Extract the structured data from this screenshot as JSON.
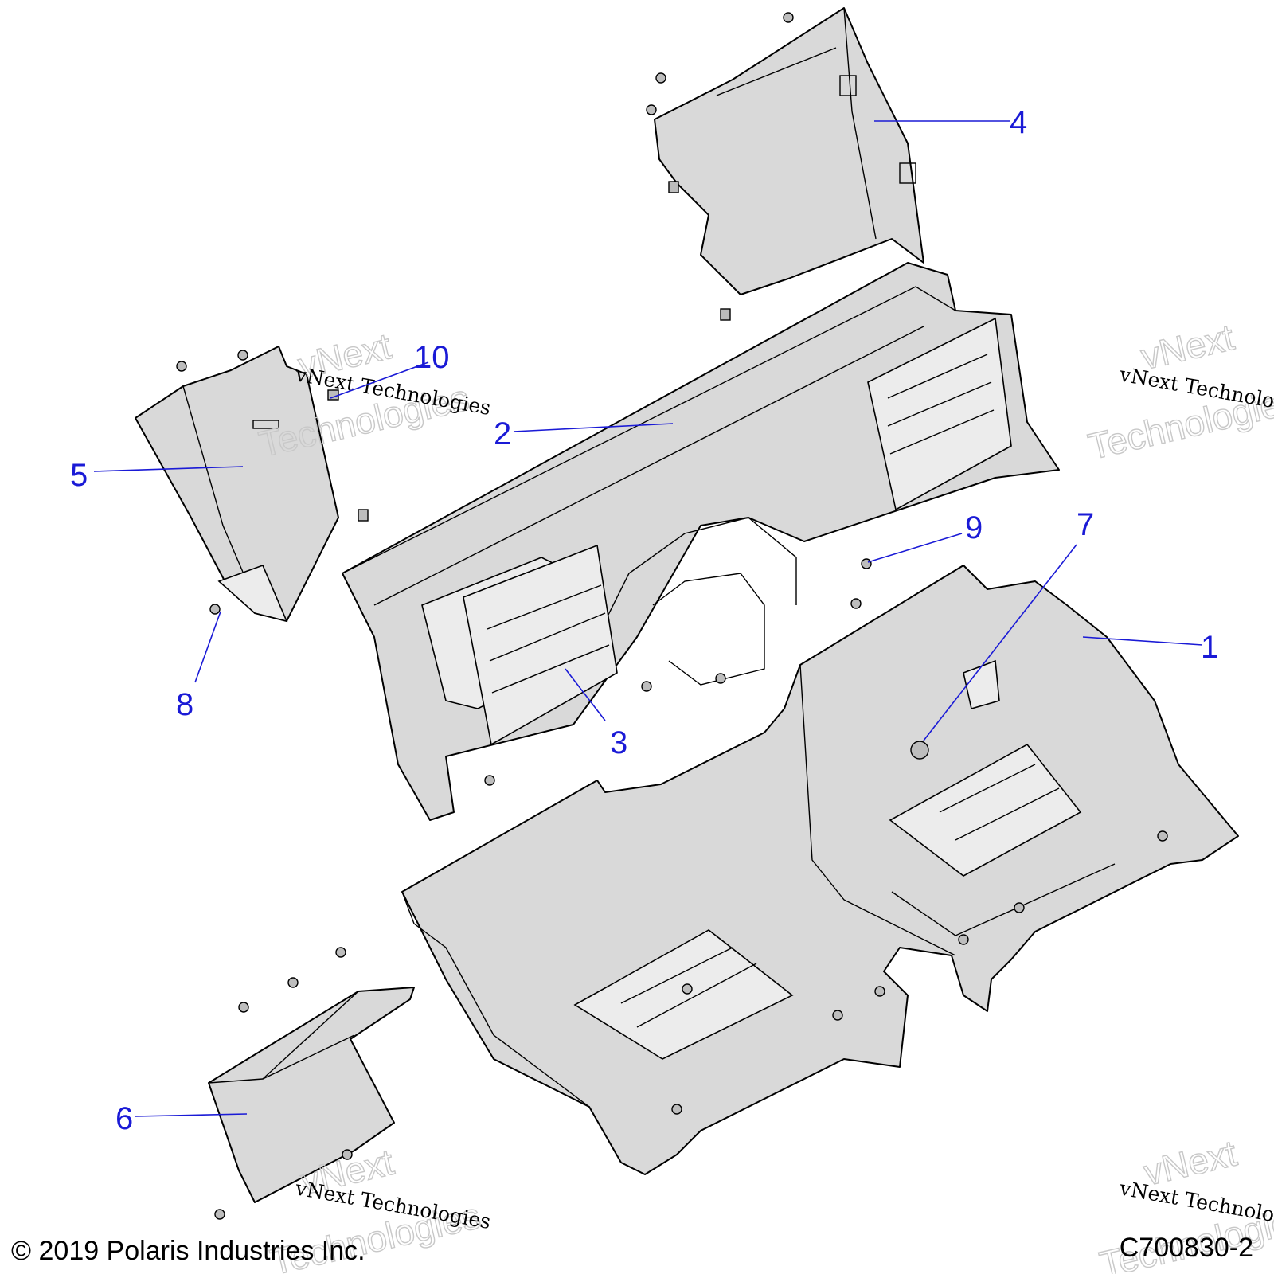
{
  "callouts": [
    {
      "id": "1",
      "label": "1"
    },
    {
      "id": "2",
      "label": "2"
    },
    {
      "id": "3",
      "label": "3"
    },
    {
      "id": "4",
      "label": "4"
    },
    {
      "id": "5",
      "label": "5"
    },
    {
      "id": "6",
      "label": "6"
    },
    {
      "id": "7",
      "label": "7"
    },
    {
      "id": "8",
      "label": "8"
    },
    {
      "id": "9",
      "label": "9"
    },
    {
      "id": "10",
      "label": "10"
    }
  ],
  "watermark": {
    "line1": "vNext",
    "line2": "Technologies",
    "caption": "vNext Technologies"
  },
  "footer": {
    "copyright": "© 2019 Polaris Industries Inc.",
    "figure_code": "C700830-2"
  },
  "colors": {
    "callout": "#1a1ad6",
    "part_fill": "#d9d9d9",
    "outline": "#000000"
  }
}
